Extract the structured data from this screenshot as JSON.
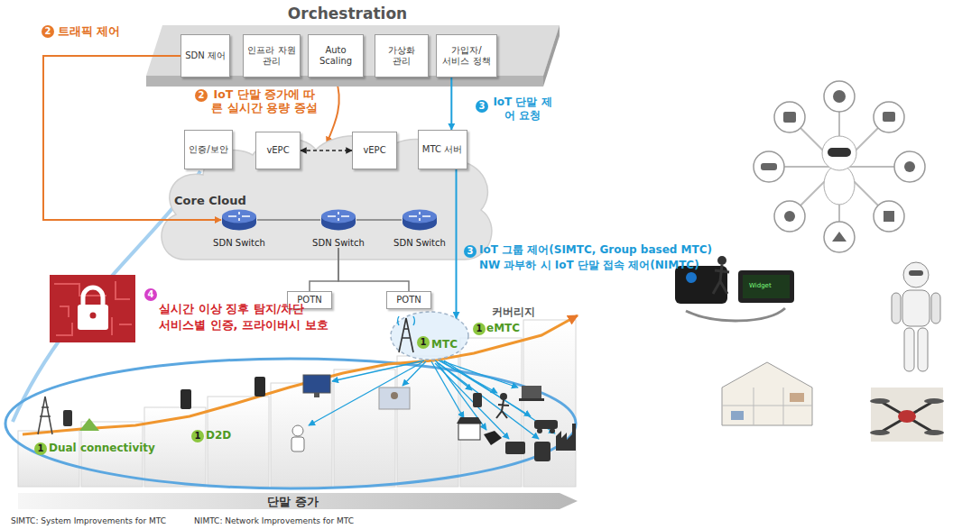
{
  "diagram": {
    "nodes": [
      {
        "text": [
          "Orchestration"
        ]
      },
      {
        "text": [
          "SDN 제어"
        ],
        "in": 0
      },
      {
        "text": [
          "인프라 자원 관리"
        ],
        "in": 0
      },
      {
        "text": [
          "Auto Scaling"
        ],
        "in": 0
      },
      {
        "text": [
          "가상화 관리"
        ],
        "in": 0
      },
      {
        "text": [
          "가입자/서비스 정책"
        ],
        "in": 0
      },
      {
        "text": [
          "Core Cloud"
        ]
      },
      {
        "text": [
          "인증/보안"
        ],
        "in": 6
      },
      {
        "text": [
          "vEPC"
        ],
        "in": 6
      },
      {
        "text": [
          "vEPC"
        ],
        "in": 6
      },
      {
        "text": [
          "MTC 서버"
        ],
        "in": 6
      },
      {
        "text": [
          "SDN Switch"
        ],
        "in": 6
      },
      {
        "text": [
          "SDN Switch"
        ],
        "in": 6
      },
      {
        "text": [
          "SDN Switch"
        ],
        "in": 6
      },
      {
        "text": [
          "POTN"
        ]
      },
      {
        "text": [
          "POTN"
        ]
      },
      {
        "text": [
          "MTC"
        ]
      }
    ],
    "edges": [
      {
        "from": 1,
        "to": 11,
        "arrow": "to"
      },
      {
        "from": 8,
        "to": 9,
        "arrow": "both"
      },
      {
        "from": 5,
        "to": 10,
        "arrow": "to"
      },
      {
        "from": 10,
        "to": 16,
        "arrow": "to"
      },
      {
        "from": 11,
        "to": 12,
        "arrow": "none"
      },
      {
        "from": 12,
        "to": 13,
        "arrow": "none"
      },
      {
        "from": 12,
        "to": 14,
        "arrow": "none"
      },
      {
        "from": 12,
        "to": 15,
        "arrow": "none"
      }
    ],
    "labels": [
      "2",
      "트래픽 제어",
      "2",
      "IoT 단말 증가에 따른 실시간 용량 증설",
      "3",
      "IoT 단말 제어 요청",
      "3",
      "IoT 그룹 제어(SIMTC, Group based MTC)",
      "NW 과부하 시 IoT 단말 접속 제어(NIMTC)",
      "4",
      "실시간 이상 징후 탐지/차단",
      "서비스별 인증, 프라이버시 보호",
      "커버리지",
      "1",
      "1",
      "eMTC",
      "1",
      "Dual connectivity",
      "1",
      "D2D",
      "단말 증가",
      "SIMTC: System Improvements for MTC",
      "NIMTC: Network Improvements for MTC",
      "Widget"
    ]
  }
}
